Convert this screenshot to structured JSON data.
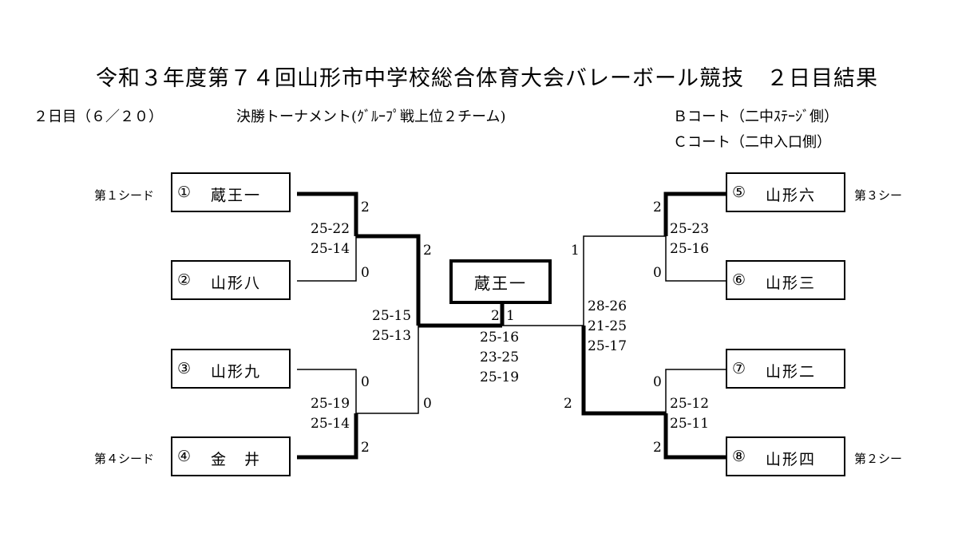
{
  "title": "令和３年度第７４回山形市中学校総合体育大会バレーボール競技　２日目結果",
  "date": "２日目（６／２０）",
  "tournament": "決勝トーナメント(ｸﾞﾙｰﾌﾟ戦上位２チーム)",
  "court_b": "Ｂコート（二中ｽﾃｰｼﾞ側）",
  "court_c": "Ｃコート（二中入口側）",
  "teams": [
    {
      "num": "①",
      "name": "蔵王一",
      "seed": "第１シード"
    },
    {
      "num": "②",
      "name": "山形八"
    },
    {
      "num": "③",
      "name": "山形九"
    },
    {
      "num": "④",
      "name": "金　井",
      "seed": "第４シード"
    },
    {
      "num": "⑤",
      "name": "山形六",
      "seed": "第３シー"
    },
    {
      "num": "⑥",
      "name": "山形三"
    },
    {
      "num": "⑦",
      "name": "山形二"
    },
    {
      "num": "⑧",
      "name": "山形四",
      "seed": "第２シー"
    }
  ],
  "champion": "蔵王一",
  "matches": {
    "m1": {
      "top_sets": "2",
      "bottom_sets": "0",
      "scores": [
        "25-22",
        "25-14"
      ]
    },
    "m2": {
      "top_sets": "0",
      "bottom_sets": "2",
      "scores": [
        "25-19",
        "25-14"
      ]
    },
    "m3": {
      "top_sets": "2",
      "bottom_sets": "0",
      "scores": [
        "25-23",
        "25-16"
      ]
    },
    "m4": {
      "top_sets": "0",
      "bottom_sets": "2",
      "scores": [
        "25-12",
        "25-11"
      ]
    },
    "semi_left": {
      "top_sets": "2",
      "bottom_sets": "0",
      "scores": [
        "25-15",
        "25-13"
      ]
    },
    "semi_right": {
      "top_sets": "1",
      "bottom_sets": "2",
      "scores": [
        "28-26",
        "21-25",
        "25-17"
      ]
    },
    "final": {
      "left_sets": "2",
      "right_sets": "1",
      "scores": [
        "25-16",
        "23-25",
        "25-19"
      ]
    }
  }
}
